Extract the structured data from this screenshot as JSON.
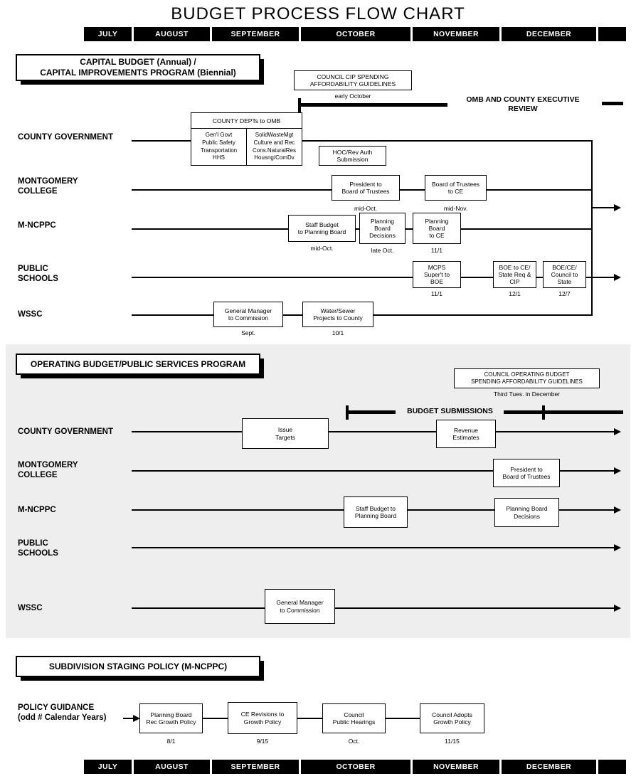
{
  "title": "BUDGET PROCESS FLOW CHART",
  "months": [
    "JULY",
    "AUGUST",
    "SEPTEMBER",
    "OCTOBER",
    "NOVEMBER",
    "DECEMBER"
  ],
  "colors": {
    "ink": "#000000",
    "paper": "#ffffff",
    "operating_band": "#eeeeee"
  },
  "capital": {
    "header": "CAPITAL BUDGET (Annual) /\nCAPITAL IMPROVEMENTS PROGRAM (Biennial)",
    "cip_guidelines_label": "COUNCIL CIP SPENDING\nAFFORDABILITY GUIDELINES",
    "cip_guidelines_date": "early October",
    "omb_review": "OMB AND COUNTY EXECUTIVE\nREVIEW",
    "row_labels": {
      "county_government": "COUNTY GOVERNMENT",
      "montgomery_college": "MONTGOMERY\nCOLLEGE",
      "mncppc": "M-NCPPC",
      "public_schools": "PUBLIC\nSCHOOLS",
      "wssc": "WSSC"
    },
    "depts_box": {
      "header": "COUNTY DEPTs to OMB",
      "col1": "Gen'l Govt\nPublic Safety\nTransportation\nHHS",
      "col2": "SolidWasteMgt\nCulture and Rec\nCons.NaturalRes\nHousng/ComDv"
    },
    "hoc": {
      "label": "HOC/Rev Auth\nSubmission"
    },
    "college": {
      "president": {
        "label": "President to\nBoard of Trustees",
        "date": "mid-Oct."
      },
      "trustees_ce": {
        "label": "Board of Trustees\nto CE",
        "date": "mid-Nov."
      }
    },
    "mncppc": {
      "staff_budget": {
        "label": "Staff Budget\nto Planning Board",
        "date": "mid-Oct."
      },
      "decisions": {
        "label": "Planning\nBoard\nDecisions",
        "date": "late Oct."
      },
      "to_ce": {
        "label": "Planning\nBoard\nto CE",
        "date": "11/1"
      }
    },
    "schools": {
      "mcps": {
        "label": "MCPS\nSuper't to\nBOE",
        "date": "11/1"
      },
      "boe_ce": {
        "label": "BOE to CE/\nState Req &\nCIP",
        "date": "12/1"
      },
      "boe_state": {
        "label": "BOE/CE/\nCouncil to\nState",
        "date": "12/7"
      }
    },
    "wssc": {
      "gm": {
        "label": "General Manager\nto Commission",
        "date": "Sept."
      },
      "water_sewer": {
        "label": "Water/Sewer\nProjects to County",
        "date": "10/1"
      }
    }
  },
  "operating": {
    "header": "OPERATING BUDGET/PUBLIC SERVICES PROGRAM",
    "guidelines_label": "COUNCIL OPERATING BUDGET\nSPENDING AFFORDABILITY GUIDELINES",
    "guidelines_date": "Third Tues. in December",
    "budget_submissions": "BUDGET SUBMISSIONS",
    "row_labels": {
      "county_government": "COUNTY GOVERNMENT",
      "montgomery_college": "MONTGOMERY\nCOLLEGE",
      "mncppc": "M-NCPPC",
      "public_schools": "PUBLIC\nSCHOOLS",
      "wssc": "WSSC"
    },
    "boxes": {
      "issue_targets": "Issue\nTargets",
      "revenue_estimates": "Revenue\nEstimates",
      "president": "President to\nBoard of Trustees",
      "staff_budget": "Staff Budget to\nPlanning Board",
      "decisions": "Planning Board\nDecisions",
      "gm": "General Manager\nto Commission"
    }
  },
  "subdivision": {
    "header": "SUBDIVISION STAGING POLICY (M-NCPPC)",
    "row_label": "POLICY GUIDANCE\n(odd # Calendar Years)",
    "steps": [
      {
        "label": "Planning Board\nRec Growth Policy",
        "date": "8/1"
      },
      {
        "label": "CE Revisions to\nGrowth Policy",
        "date": "9/15"
      },
      {
        "label": "Council\nPublic Hearings",
        "date": "Oct."
      },
      {
        "label": "Council Adopts\nGrowth Policy",
        "date": "11/15"
      }
    ]
  }
}
